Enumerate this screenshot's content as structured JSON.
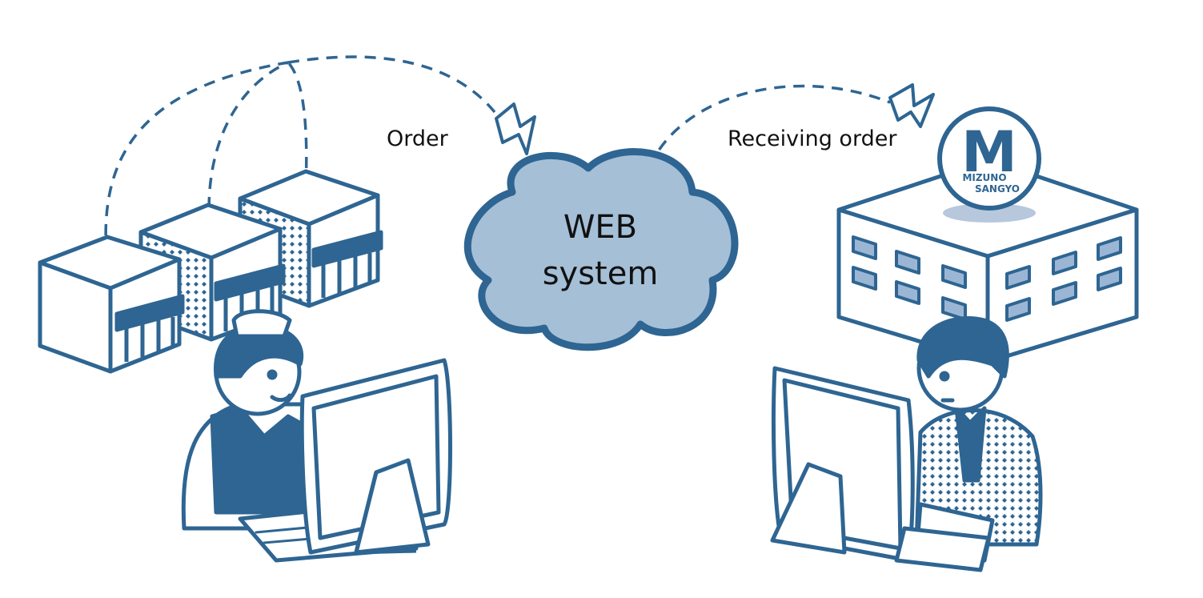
{
  "labels": {
    "order": "Order",
    "receiving_order": "Receiving order",
    "cloud_line1": "WEB",
    "cloud_line2": "system"
  },
  "logo": {
    "letter": "M",
    "line1": "MIZUNO",
    "line2": "SANGYO"
  },
  "colors": {
    "primary": "#2e6592",
    "cloud_fill": "#a5bfd7",
    "window_fill": "#9bb6d4",
    "shadow": "#b7c8dd"
  }
}
